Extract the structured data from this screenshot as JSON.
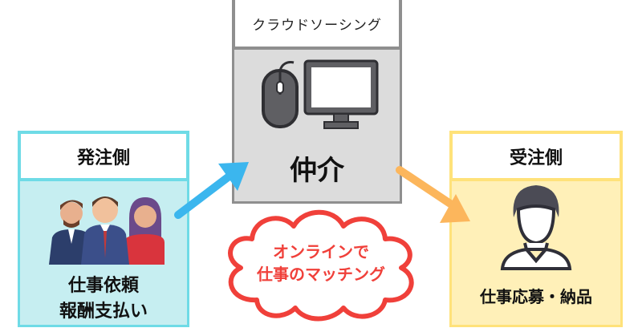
{
  "center": {
    "header": "クラウドソーシング",
    "label": "仲介"
  },
  "client": {
    "header": "発注側",
    "line1": "仕事依頼",
    "line2": "報酬支払い"
  },
  "worker": {
    "header": "受注側",
    "line1": "仕事応募・納品"
  },
  "cloud": {
    "line1": "オンラインで",
    "line2": "仕事のマッチング"
  },
  "colors": {
    "center_border": "#8f8f8f",
    "center_fill": "#dcdcdc",
    "client_border": "#6fdbe6",
    "client_fill": "#c6eef1",
    "worker_border": "#ffe27a",
    "worker_fill": "#fff0b8",
    "arrow_blue": "#3bb6ee",
    "arrow_orange": "#fcb65c",
    "cloud_stroke": "#f0403a"
  },
  "icons": [
    "computer-mouse-icon",
    "monitor-icon",
    "business-people-icon",
    "worker-person-icon",
    "arrow-right-up-icon",
    "arrow-right-down-icon"
  ]
}
